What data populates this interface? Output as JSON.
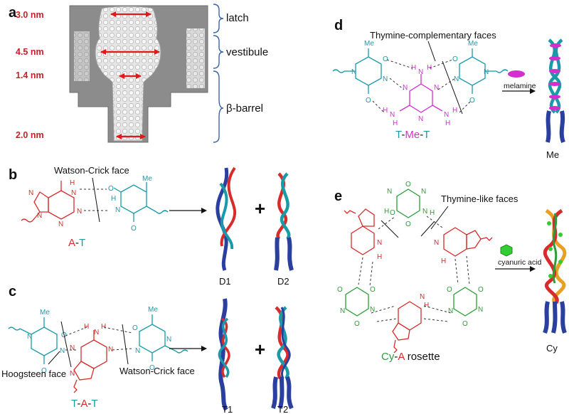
{
  "panels": {
    "a": {
      "label": "a",
      "measures": [
        "3.0 nm",
        "4.5 nm",
        "1.4 nm",
        "2.0 nm"
      ],
      "regions": [
        "latch",
        "vestibule",
        "β-barrel"
      ]
    },
    "b": {
      "label": "b",
      "face": "Watson-Crick face",
      "name_a": "A",
      "dash": "-",
      "name_t": "T",
      "products": [
        "D1",
        "D2"
      ],
      "plus": "+"
    },
    "c": {
      "label": "c",
      "faces": [
        "Hoogsteen face",
        "Watson-Crick face"
      ],
      "name_t1": "T",
      "dash": "-",
      "name_a": "A",
      "name_t2": "T",
      "products": [
        "T1",
        "T2"
      ],
      "plus": "+"
    },
    "d": {
      "label": "d",
      "face": "Thymine-complementary faces",
      "name_t1": "T",
      "dash": "-",
      "name_me": "Me",
      "name_t2": "T",
      "reagent": "melamine",
      "product": "Me"
    },
    "e": {
      "label": "e",
      "face": "Thymine-like faces",
      "name_cy": "Cy",
      "dash": "-",
      "name_a": "A",
      "name_rest": " rosette",
      "reagent": "cyanuric acid",
      "product": "Cy"
    }
  },
  "colors": {
    "adenine": "#d62c2c",
    "thymine": "#1a9aa8",
    "melamine": "#d42ecf",
    "cyanuric": "#2e9b3a",
    "arrow_red": "#e01a1a",
    "strand_blue": "#2b3f9e",
    "pore_gray": "#8c8c8c"
  }
}
